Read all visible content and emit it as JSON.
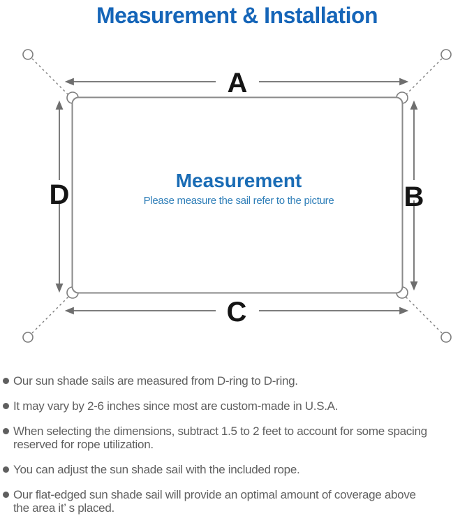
{
  "title": "Measurement & Installation",
  "diagram": {
    "label_top": "A",
    "label_right": "B",
    "label_bottom": "C",
    "label_left": "D",
    "center_title": "Measurement",
    "center_subtitle": "Please measure the sail refer to the picture"
  },
  "notes": [
    {
      "lines": [
        "Our sun shade sails are measured from D-ring to D-ring."
      ]
    },
    {
      "lines": [
        "It may vary by 2-6 inches since most are custom-made in U.S.A."
      ]
    },
    {
      "lines": [
        "When selecting the dimensions, subtract 1.5 to 2 feet to account for some spacing",
        "reserved for rope utilization."
      ]
    },
    {
      "lines": [
        "You can adjust the sun shade sail with the included rope."
      ]
    },
    {
      "lines": [
        "Our flat-edged sun shade sail will provide an optimal amount of coverage above",
        "the area it’ s placed."
      ]
    }
  ],
  "colors": {
    "title_blue": "#1565b8",
    "center_title_blue": "#1a6cb5",
    "center_subtitle_blue": "#2e7eb8",
    "line_gray": "#7d7d7d",
    "sail_border_gray": "#898989",
    "note_text_gray": "#606060",
    "dim_label_black": "#151515"
  }
}
